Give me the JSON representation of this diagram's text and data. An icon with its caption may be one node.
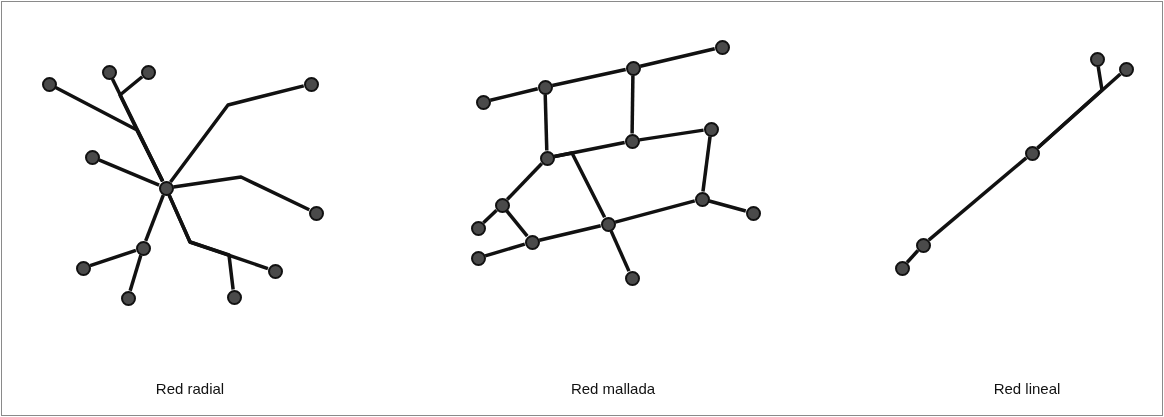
{
  "diagram": {
    "nodes": [
      {
        "text": [],
        "shape": "circle"
      },
      {
        "text": [],
        "shape": "circle"
      },
      {
        "text": [],
        "shape": "circle"
      },
      {
        "text": [],
        "shape": "circle"
      },
      {
        "text": [],
        "shape": "circle"
      },
      {
        "text": [],
        "shape": "circle"
      },
      {
        "text": [],
        "shape": "circle"
      },
      {
        "text": [],
        "shape": "circle"
      },
      {
        "text": [],
        "shape": "circle"
      },
      {
        "text": [],
        "shape": "circle"
      },
      {
        "text": [],
        "shape": "circle"
      },
      {
        "text": [],
        "shape": "circle"
      },
      {
        "text": [],
        "shape": "circle"
      },
      {
        "text": [],
        "shape": "circle"
      },
      {
        "text": [],
        "shape": "circle"
      },
      {
        "text": [],
        "shape": "circle"
      },
      {
        "text": [],
        "shape": "circle"
      },
      {
        "text": [],
        "shape": "circle"
      },
      {
        "text": [],
        "shape": "circle"
      },
      {
        "text": [],
        "shape": "circle"
      },
      {
        "text": [],
        "shape": "circle"
      },
      {
        "text": [],
        "shape": "circle"
      },
      {
        "text": [],
        "shape": "circle"
      },
      {
        "text": [],
        "shape": "circle"
      },
      {
        "text": [],
        "shape": "circle"
      },
      {
        "text": [],
        "shape": "circle"
      },
      {
        "text": [],
        "shape": "circle"
      },
      {
        "text": [],
        "shape": "circle"
      },
      {
        "text": [],
        "shape": "circle"
      },
      {
        "text": [],
        "shape": "circle"
      },
      {
        "text": [],
        "shape": "circle"
      },
      {
        "text": [],
        "shape": "circle"
      }
    ],
    "edges": [
      {
        "from": 0,
        "to": 1,
        "arrow": "none"
      },
      {
        "from": 0,
        "to": 2,
        "arrow": "none"
      },
      {
        "from": 0,
        "to": 3,
        "arrow": "none"
      },
      {
        "from": 0,
        "to": 4,
        "arrow": "none"
      },
      {
        "from": 0,
        "to": 5,
        "arrow": "none"
      },
      {
        "from": 0,
        "to": 6,
        "arrow": "none"
      },
      {
        "from": 0,
        "to": 7,
        "arrow": "none"
      },
      {
        "from": 7,
        "to": 8,
        "arrow": "none"
      },
      {
        "from": 7,
        "to": 9,
        "arrow": "none"
      },
      {
        "from": 0,
        "to": 10,
        "arrow": "none"
      },
      {
        "from": 0,
        "to": 11,
        "arrow": "none"
      },
      {
        "from": 12,
        "to": 13,
        "arrow": "none"
      },
      {
        "from": 13,
        "to": 14,
        "arrow": "none"
      },
      {
        "from": 14,
        "to": 15,
        "arrow": "none"
      },
      {
        "from": 13,
        "to": 16,
        "arrow": "none"
      },
      {
        "from": 14,
        "to": 17,
        "arrow": "none"
      },
      {
        "from": 16,
        "to": 17,
        "arrow": "none"
      },
      {
        "from": 17,
        "to": 18,
        "arrow": "none"
      },
      {
        "from": 18,
        "to": 20,
        "arrow": "none"
      },
      {
        "from": 20,
        "to": 21,
        "arrow": "none"
      },
      {
        "from": 16,
        "to": 19,
        "arrow": "none"
      },
      {
        "from": 19,
        "to": 22,
        "arrow": "none"
      },
      {
        "from": 19,
        "to": 24,
        "arrow": "none"
      },
      {
        "from": 25,
        "to": 24,
        "arrow": "none"
      },
      {
        "from": 24,
        "to": 23,
        "arrow": "none"
      },
      {
        "from": 23,
        "to": 20,
        "arrow": "none"
      },
      {
        "from": 23,
        "to": 26,
        "arrow": "none"
      },
      {
        "from": 16,
        "to": 23,
        "arrow": "none"
      },
      {
        "from": 29,
        "to": 27,
        "arrow": "none"
      },
      {
        "from": 29,
        "to": 28,
        "arrow": "none"
      },
      {
        "from": 29,
        "to": 30,
        "arrow": "none"
      },
      {
        "from": 30,
        "to": 31,
        "arrow": "none"
      }
    ],
    "labels": [
      "Red radial",
      "Red mallada",
      "Red lineal"
    ]
  }
}
